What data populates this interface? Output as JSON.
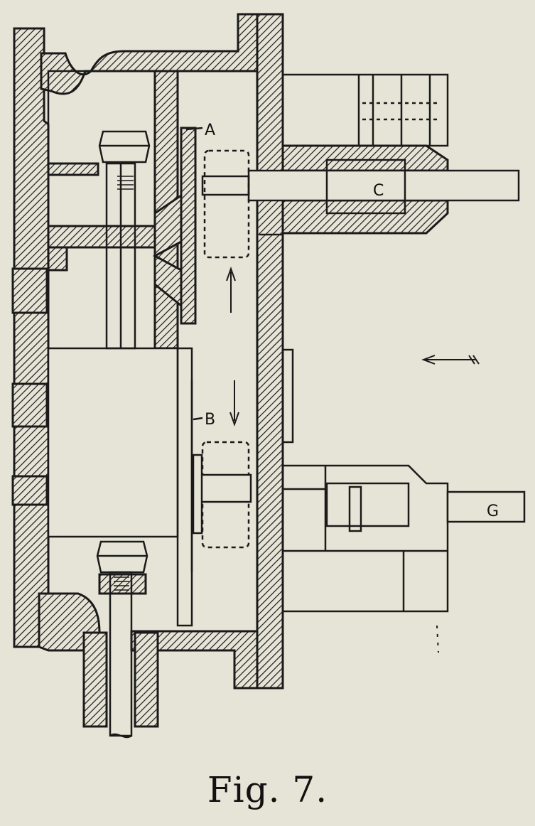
{
  "figure": {
    "caption": "Fig. 7.",
    "labels": {
      "a": "A",
      "b": "B",
      "c": "C",
      "g": "G"
    }
  },
  "colors": {
    "background": "#e6e4d6",
    "ink": "#1a1a1a"
  }
}
